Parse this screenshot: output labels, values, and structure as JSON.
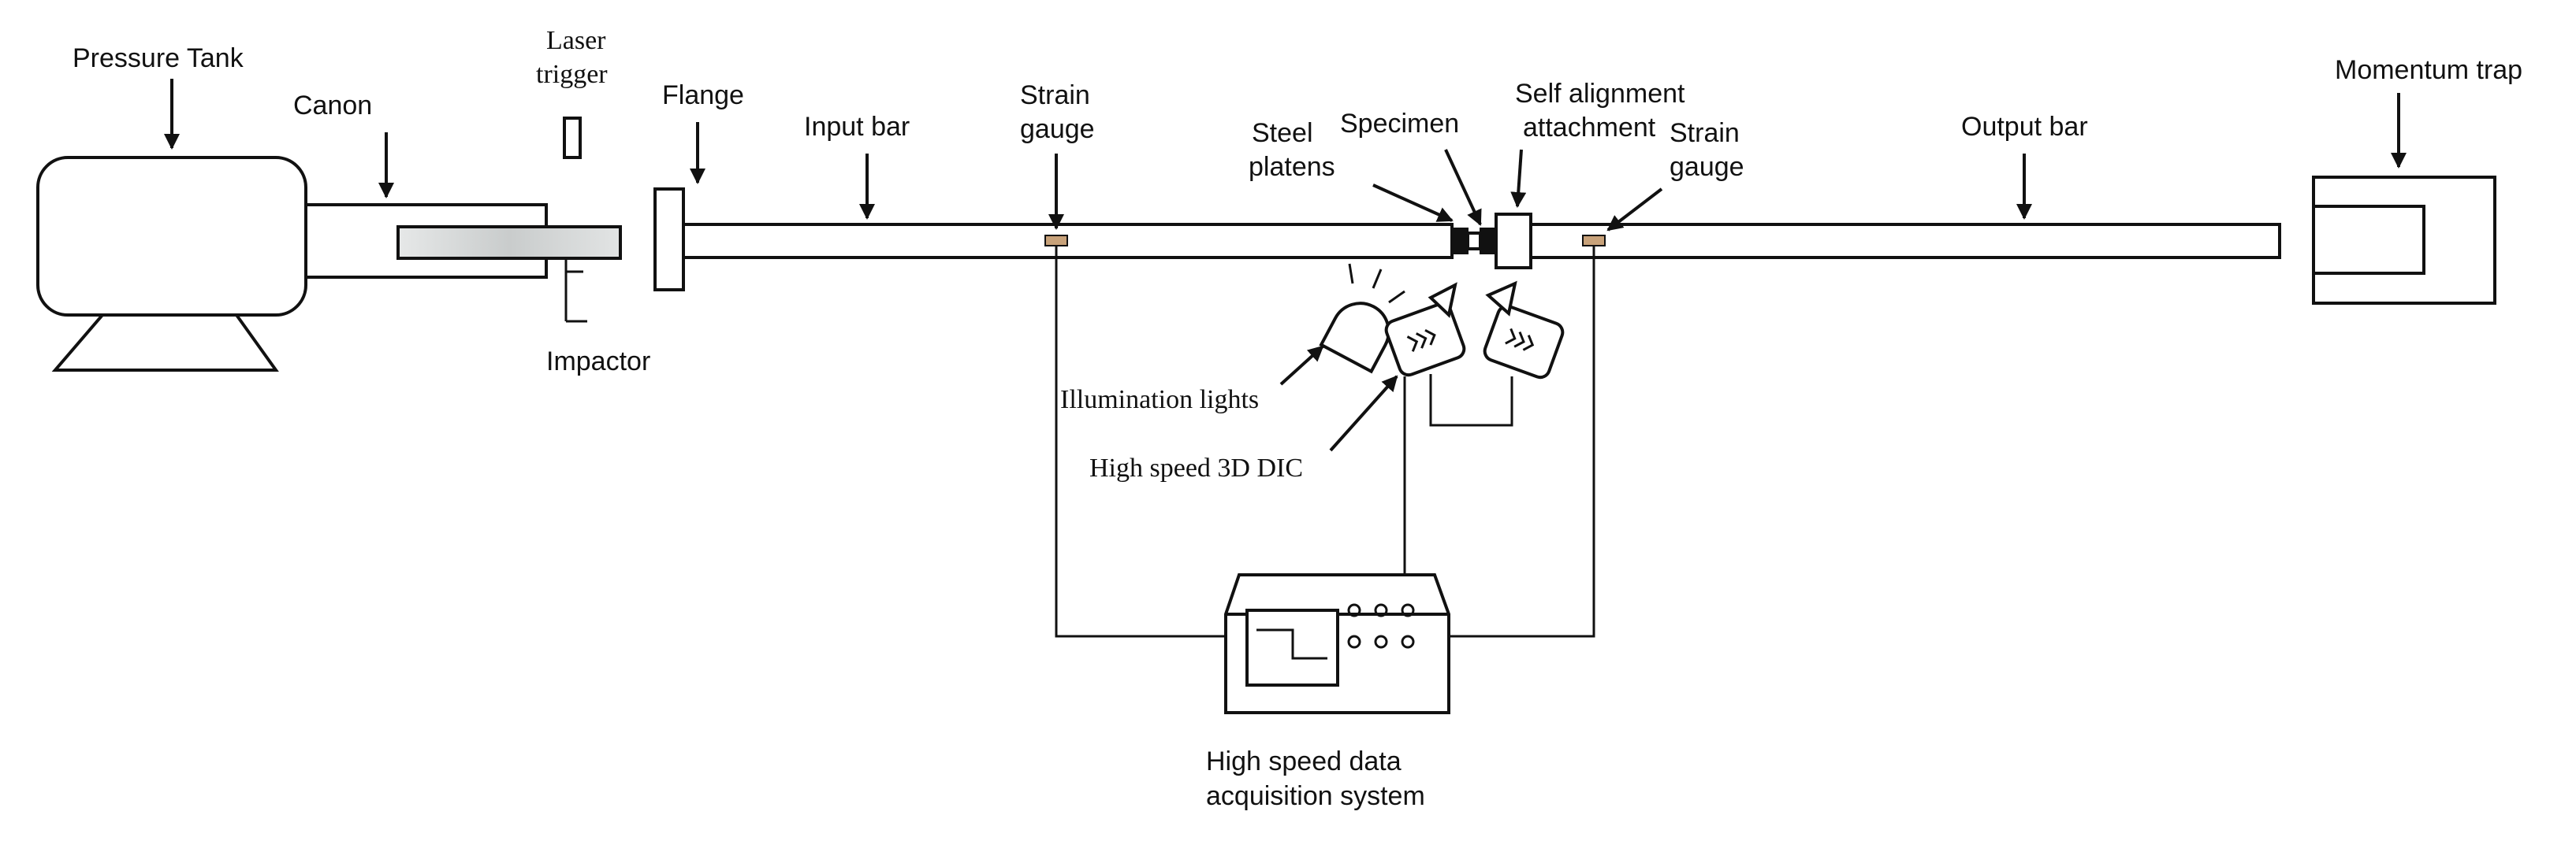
{
  "labels": {
    "pressure_tank": "Pressure Tank",
    "canon": "Canon",
    "laser_trigger_line1": "Laser",
    "laser_trigger_line2": "trigger",
    "impactor": "Impactor",
    "flange": "Flange",
    "input_bar": "Input bar",
    "strain_gauge_1_line1": "Strain",
    "strain_gauge_1_line2": "gauge",
    "steel_platens_line1": "Steel",
    "steel_platens_line2": "platens",
    "specimen": "Specimen",
    "self_alignment_line1": "Self alignment",
    "self_alignment_line2": "attachment",
    "strain_gauge_2_line1": "Strain",
    "strain_gauge_2_line2": "gauge",
    "output_bar": "Output bar",
    "momentum_trap": "Momentum trap",
    "illumination_lights": "Illumination lights",
    "high_speed_dic": "High speed 3D DIC",
    "daq_line1": "High speed data",
    "daq_line2": "acquisition system"
  },
  "colors": {
    "line": "#111111",
    "gauge": "#c8a27a",
    "impactor_fill": "#d9dcdc"
  }
}
